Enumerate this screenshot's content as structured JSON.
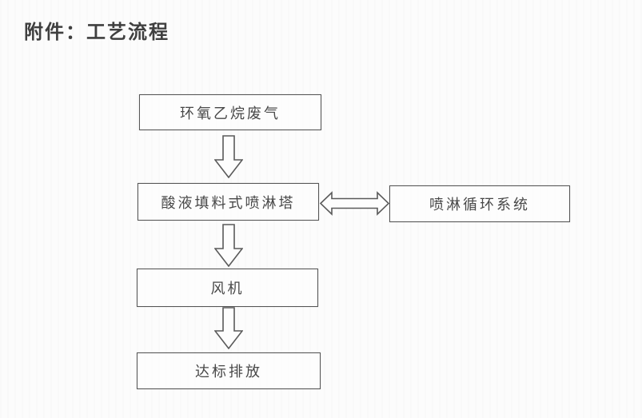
{
  "document": {
    "title": "附件：工艺流程"
  },
  "flowchart": {
    "nodes": [
      {
        "id": "waste-gas",
        "label": "环氧乙烷废气"
      },
      {
        "id": "spray-tower",
        "label": "酸液填料式喷淋塔"
      },
      {
        "id": "circulation",
        "label": "喷淋循环系统"
      },
      {
        "id": "fan",
        "label": "风机"
      },
      {
        "id": "discharge",
        "label": "达标排放"
      }
    ],
    "edges": [
      {
        "from": "waste-gas",
        "to": "spray-tower",
        "style": "hollow-block-arrow-down"
      },
      {
        "from": "spray-tower",
        "to": "circulation",
        "style": "hollow-block-arrow-double-horizontal"
      },
      {
        "from": "spray-tower",
        "to": "fan",
        "style": "hollow-block-arrow-down"
      },
      {
        "from": "fan",
        "to": "discharge",
        "style": "hollow-block-arrow-down"
      }
    ]
  },
  "colors": {
    "ink": "#474747",
    "box_border": "#565656",
    "background": "#fcfcfc"
  }
}
